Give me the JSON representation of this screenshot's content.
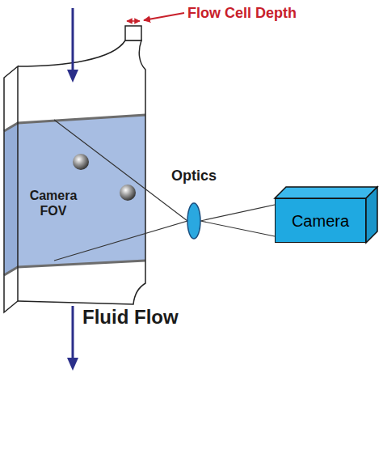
{
  "diagram": {
    "nodes": [
      {
        "text": [
          "Camera FOV"
        ]
      },
      {
        "text": [
          "Optics"
        ]
      },
      {
        "text": [
          "Camera"
        ]
      }
    ],
    "edges": [
      {
        "from": 0,
        "to": 1,
        "arrow": "none"
      },
      {
        "from": 1,
        "to": 2,
        "arrow": "none"
      }
    ],
    "labels": [
      "Flow Cell Depth",
      "Fluid Flow"
    ]
  }
}
